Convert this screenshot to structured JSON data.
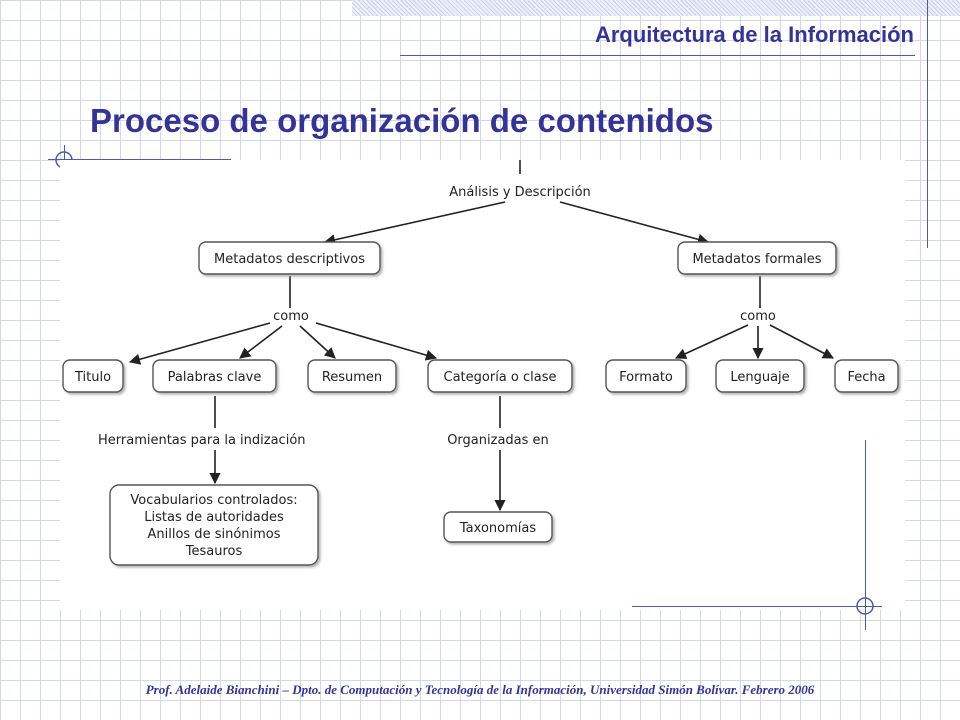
{
  "header": {
    "title": "Arquitectura de la Información"
  },
  "slide": {
    "title": "Proceso de organización de contenidos"
  },
  "diagram": {
    "root": "Análisis y Descripción",
    "branches": {
      "descriptive": "Metadatos descriptivos",
      "formal": "Metadatos formales"
    },
    "link_labels": {
      "como_left": "como",
      "como_right": "como",
      "herramientas": "Herramientas para la indización",
      "organizadas": "Organizadas en"
    },
    "nodes": {
      "titulo": "Titulo",
      "palabras_clave": "Palabras clave",
      "resumen": "Resumen",
      "categoria": "Categoría o clase",
      "formato": "Formato",
      "lenguaje": "Lenguaje",
      "fecha": "Fecha",
      "taxonomias": "Taxonomías"
    },
    "vocabularios": {
      "line1": "Vocabularios controlados:",
      "line2": "Listas de autoridades",
      "line3": "Anillos de sinónimos",
      "line4": "Tesauros"
    }
  },
  "footer": {
    "text": "Prof. Adelaide Bianchini – Dpto. de Computación y Tecnología de la Información, Universidad Simón Bolívar. Febrero 2006"
  },
  "colors": {
    "accent": "#33339a",
    "grid": "#d2d8ea",
    "node_border": "#555555"
  }
}
